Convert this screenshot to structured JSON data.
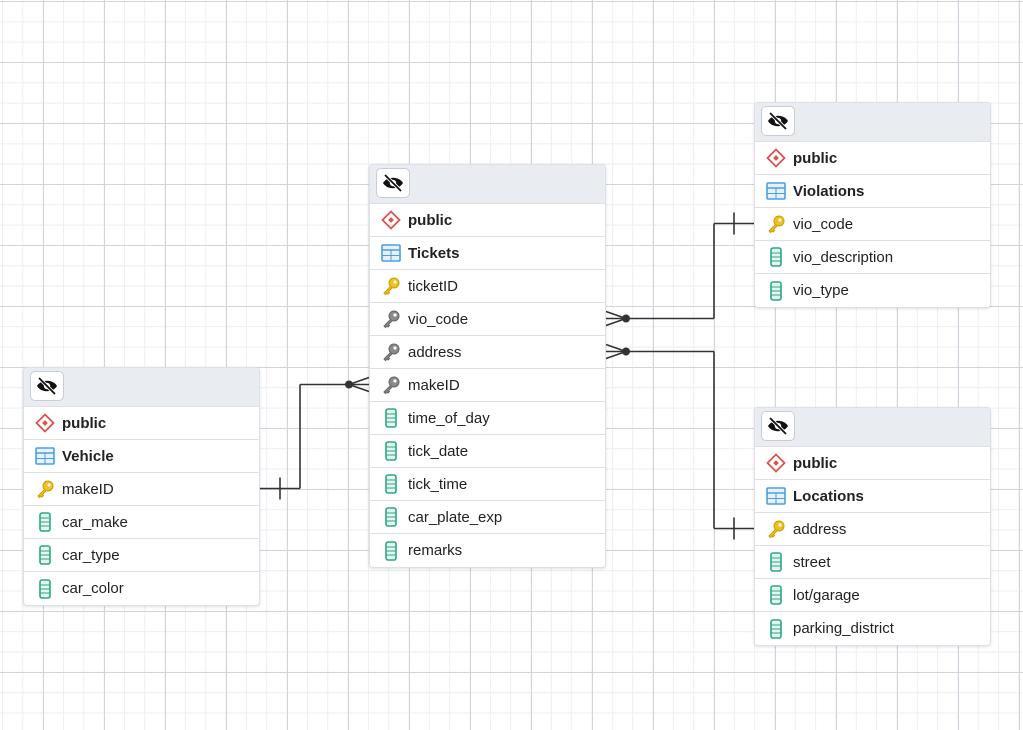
{
  "tables": {
    "tickets": {
      "schema": "public",
      "name": "Tickets",
      "columns": [
        {
          "name": "ticketID",
          "kind": "primary-key"
        },
        {
          "name": "vio_code",
          "kind": "foreign-key"
        },
        {
          "name": "address",
          "kind": "foreign-key"
        },
        {
          "name": "makeID",
          "kind": "foreign-key"
        },
        {
          "name": "time_of_day",
          "kind": "column"
        },
        {
          "name": "tick_date",
          "kind": "column"
        },
        {
          "name": "tick_time",
          "kind": "column"
        },
        {
          "name": "car_plate_exp",
          "kind": "column"
        },
        {
          "name": "remarks",
          "kind": "column"
        }
      ]
    },
    "violations": {
      "schema": "public",
      "name": "Violations",
      "columns": [
        {
          "name": "vio_code",
          "kind": "primary-key"
        },
        {
          "name": "vio_description",
          "kind": "column"
        },
        {
          "name": "vio_type",
          "kind": "column"
        }
      ]
    },
    "locations": {
      "schema": "public",
      "name": "Locations",
      "columns": [
        {
          "name": "address",
          "kind": "primary-key"
        },
        {
          "name": "street",
          "kind": "column"
        },
        {
          "name": "lot/garage",
          "kind": "column"
        },
        {
          "name": "parking_district",
          "kind": "column"
        }
      ]
    },
    "vehicle": {
      "schema": "public",
      "name": "Vehicle",
      "columns": [
        {
          "name": "makeID",
          "kind": "primary-key"
        },
        {
          "name": "car_make",
          "kind": "column"
        },
        {
          "name": "car_type",
          "kind": "column"
        },
        {
          "name": "car_color",
          "kind": "column"
        }
      ]
    }
  },
  "relationships": [
    {
      "from": "Tickets.vio_code",
      "to": "Violations.vio_code",
      "from_cardinality": "many",
      "to_cardinality": "one"
    },
    {
      "from": "Tickets.address",
      "to": "Locations.address",
      "from_cardinality": "many",
      "to_cardinality": "one"
    },
    {
      "from": "Tickets.makeID",
      "to": "Vehicle.makeID",
      "from_cardinality": "many",
      "to_cardinality": "one"
    }
  ],
  "icons": {
    "header_button": "eye-slash-icon",
    "schema": "schema-diamond-icon",
    "table": "table-grid-icon",
    "primary-key": "key-gold-icon",
    "foreign-key": "key-gray-icon",
    "column": "column-icon"
  },
  "colors": {
    "schema_icon": "#d9534f",
    "table_icon": "#4a9fe0",
    "primary_key": "#f0c020",
    "foreign_key": "#8a8a8a",
    "column_icon": "#2aa883",
    "connector": "#333333"
  }
}
